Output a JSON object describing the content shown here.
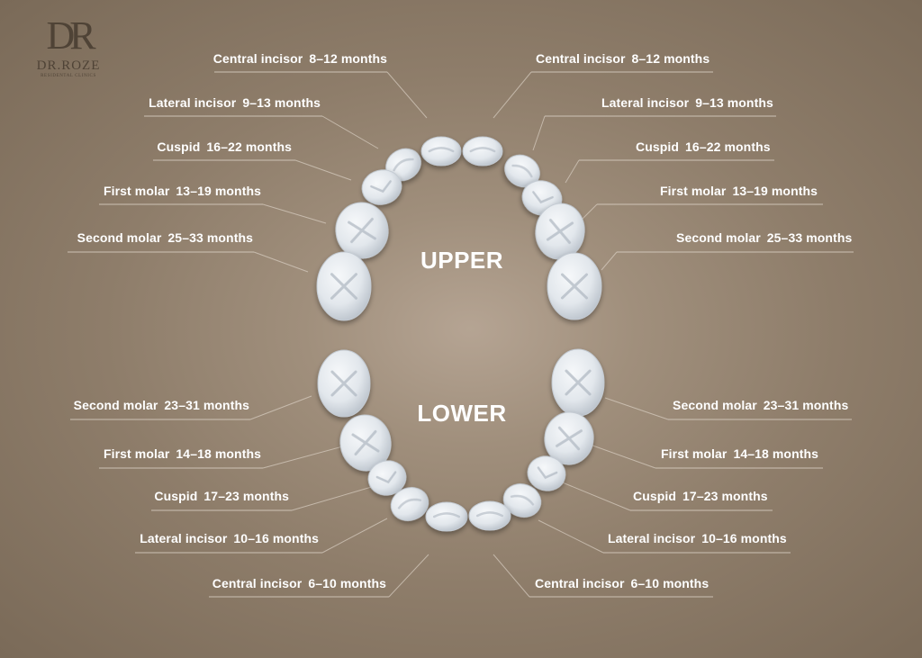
{
  "logo": {
    "monogram": "DR",
    "name": "DR.ROZE",
    "subtitle": "RESIDENTAL CLINICS"
  },
  "upper": {
    "title": "UPPER",
    "left": [
      {
        "name": "Central incisor",
        "range": "8–12 months"
      },
      {
        "name": "Lateral incisor",
        "range": "9–13 months"
      },
      {
        "name": "Cuspid",
        "range": "16–22 months"
      },
      {
        "name": "First molar",
        "range": "13–19 months"
      },
      {
        "name": "Second molar",
        "range": "25–33 months"
      }
    ],
    "right": [
      {
        "name": "Central incisor",
        "range": "8–12 months"
      },
      {
        "name": "Lateral incisor",
        "range": "9–13 months"
      },
      {
        "name": "Cuspid",
        "range": "16–22 months"
      },
      {
        "name": "First molar",
        "range": "13–19 months"
      },
      {
        "name": "Second molar",
        "range": "25–33 months"
      }
    ]
  },
  "lower": {
    "title": "LOWER",
    "left": [
      {
        "name": "Second molar",
        "range": "23–31 months"
      },
      {
        "name": "First molar",
        "range": "14–18 months"
      },
      {
        "name": "Cuspid",
        "range": "17–23 months"
      },
      {
        "name": "Lateral incisor",
        "range": "10–16 months"
      },
      {
        "name": "Central incisor",
        "range": "6–10 months"
      }
    ],
    "right": [
      {
        "name": "Second molar",
        "range": "23–31 months"
      },
      {
        "name": "First molar",
        "range": "14–18 months"
      },
      {
        "name": "Cuspid",
        "range": "17–23 months"
      },
      {
        "name": "Lateral incisor",
        "range": "10–16 months"
      },
      {
        "name": "Central incisor",
        "range": "6–10 months"
      }
    ]
  },
  "colors": {
    "tooth": "#e7ebef",
    "tooth_shadow": "#aeb6c0",
    "leader": "#d9cfc3",
    "logo": "#4f4336"
  }
}
